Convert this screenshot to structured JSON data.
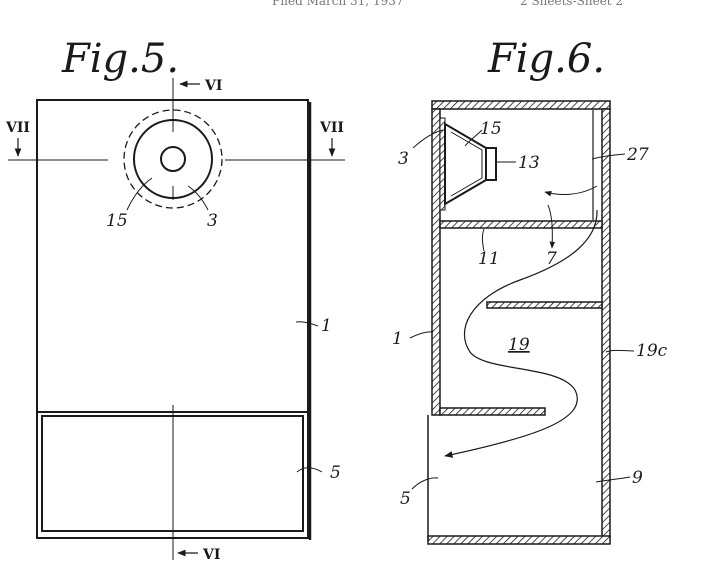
{
  "header": {
    "partial_text": "Filed March 31, 1937",
    "sheet_text": "2 Sheets-Sheet 2"
  },
  "fig5": {
    "title": "Fig.5.",
    "section_top": "VI",
    "section_bottom": "VI",
    "section_left": "VII",
    "section_right": "VII",
    "refs": {
      "15": "15",
      "3": "3",
      "1": "1",
      "5": "5"
    }
  },
  "fig6": {
    "title": "Fig.6.",
    "refs": {
      "3": "3",
      "15": "15",
      "13": "13",
      "27": "27",
      "11": "11",
      "7": "7",
      "1": "1",
      "19": "19",
      "19c": "19c",
      "5": "5",
      "9": "9"
    }
  },
  "colors": {
    "ink": "#1a1a1a",
    "paper": "#ffffff"
  }
}
